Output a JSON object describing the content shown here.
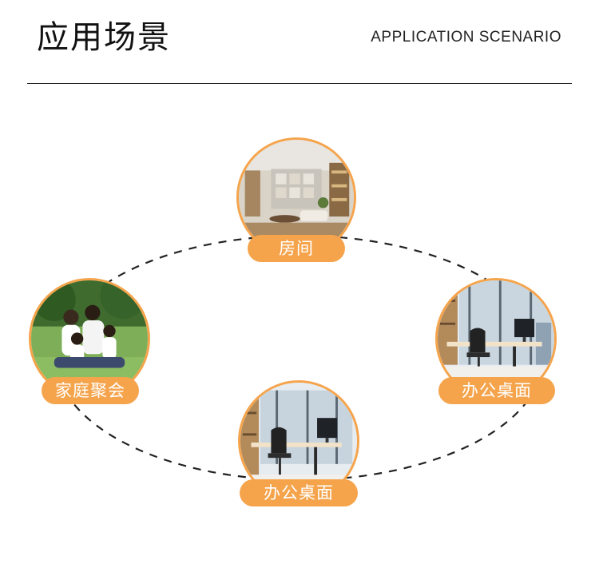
{
  "header": {
    "title_cn": "应用场景",
    "title_en": "APPLICATION SCENARIO"
  },
  "theme": {
    "accent": "#f5a44c",
    "line": "#222222"
  },
  "scenes": [
    {
      "label": "房间",
      "icon": "living-room-photo"
    },
    {
      "label": "家庭聚会",
      "icon": "family-photo"
    },
    {
      "label": "办公桌面",
      "icon": "office-desk-photo"
    },
    {
      "label": "办公桌面",
      "icon": "office-desk-photo"
    }
  ]
}
